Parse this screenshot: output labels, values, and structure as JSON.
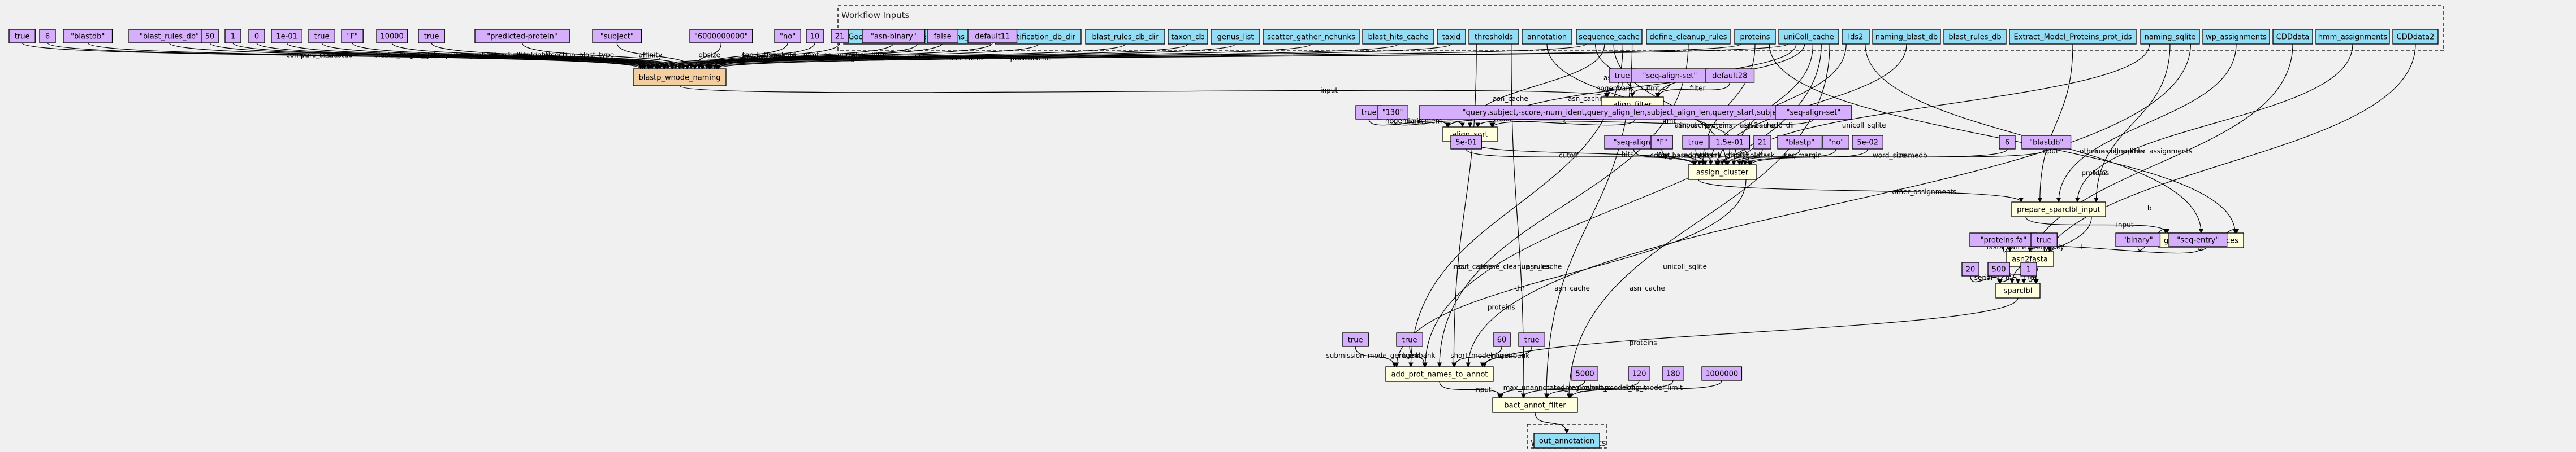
{
  "workflow_inputs": {
    "title": "Workflow Inputs",
    "items": [
      "Good_AntiFam_filtered_proteins_gilist",
      "identification_db_dir",
      "blast_rules_db_dir",
      "taxon_db",
      "genus_list",
      "scatter_gather_nchunks",
      "blast_hits_cache",
      "taxid",
      "thresholds",
      "annotation",
      "sequence_cache",
      "define_cleanup_rules",
      "proteins",
      "uniColl_cache",
      "lds2",
      "naming_blast_db",
      "blast_rules_db",
      "Extract_Model_Proteins_prot_ids",
      "naming_sqlite",
      "wp_assignments",
      "CDDdata",
      "hmm_assignments",
      "CDDdata2"
    ]
  },
  "workflow_outputs": {
    "title": "Workflow Outputs",
    "items": [
      "out_annotation"
    ]
  },
  "steps": {
    "blastp_wnode_naming": "blastp_wnode_naming",
    "align_filter": "align_filter",
    "align_sort": "align_sort",
    "assign_cluster": "assign_cluster",
    "prepare_sparclbl_input": "prepare_sparclbl_input",
    "gp_fetch_sequences": "gp_fetch_sequences",
    "asn2fasta": "asn2fasta",
    "sparclbl": "sparclbl",
    "add_prot_names_to_annot": "add_prot_names_to_annot",
    "bact_annot_filter": "bact_annot_filter"
  },
  "defaults": {
    "blastp_wnode_naming": [
      {
        "value": "true",
        "edge": "compart"
      },
      {
        "value": "6",
        "edge": "word_size"
      },
      {
        "value": "\"blastdb\"",
        "edge": "blastdb"
      },
      {
        "value": "\"blast_rules_db\"",
        "edge": "blastdb"
      },
      {
        "value": "50",
        "edge": "max_target_seqs"
      },
      {
        "value": "1",
        "edge": "max_jobs"
      },
      {
        "value": "0",
        "edge": "delay"
      },
      {
        "value": "1e-01",
        "edge": "evalue"
      },
      {
        "value": "true",
        "edge": "nogenbank"
      },
      {
        "value": "\"F\"",
        "edge": "comp_based_stats"
      },
      {
        "value": "10000",
        "edge": "max_batch_length"
      },
      {
        "value": "true",
        "edge": "allow_intersection"
      },
      {
        "value": "\"predicted-protein\"",
        "edge": "blast_type"
      },
      {
        "value": "\"subject\"",
        "edge": "affinity"
      },
      {
        "value": "\"6000000000\"",
        "edge": "dbsize"
      },
      {
        "value": "\"no\"",
        "edge": "seg"
      },
      {
        "value": "10",
        "edge": "top_by_score"
      },
      {
        "value": "21",
        "edge": "threshold"
      },
      {
        "value": "\"asn-binary\"",
        "edge": "ofmt"
      },
      {
        "value": "false",
        "edge": "no_merge"
      },
      {
        "value": "default11",
        "edge": "align_filter"
      }
    ],
    "align_filter": [
      {
        "value": "true",
        "edge": "nogenbank"
      },
      {
        "value": "\"seq-align-set\"",
        "edge": "ifmt"
      },
      {
        "value": "default28",
        "edge": "filter"
      }
    ],
    "align_sort": [
      {
        "value": "true",
        "edge": "nogenbank"
      },
      {
        "value": "\"130\"",
        "edge": "limit_mem"
      },
      {
        "value": "\"query,subject,-score,-num_ident,query_align_len,subject_align_len,query_start,subject_start\"",
        "edge": "k"
      },
      {
        "value": "\"seq-align-set\"",
        "edge": "ifmt"
      }
    ],
    "assign_cluster": [
      {
        "value": "5e-01",
        "edge": "cutoff"
      },
      {
        "value": "\"seq-align\"",
        "edge": "ifmt"
      },
      {
        "value": "\"F\"",
        "edge": "comp_based_stats"
      },
      {
        "value": "true",
        "edge": "nogenbank"
      },
      {
        "value": "1.5e-01",
        "edge": "score_cutoff"
      },
      {
        "value": "21",
        "edge": "threshold"
      },
      {
        "value": "\"blastp\"",
        "edge": "task"
      },
      {
        "value": "\"no\"",
        "edge": "seg"
      },
      {
        "value": "5e-02",
        "edge": "margin"
      },
      {
        "value": "6",
        "edge": "word_size"
      },
      {
        "value": "\"blastdb\"",
        "edge": "namedb"
      }
    ],
    "gp_fetch_sequences": [
      {
        "value": "\"binary\"",
        "edge": "ofmt"
      },
      {
        "value": "\"seq-entry\"",
        "edge": "type"
      }
    ],
    "asn2fasta": [
      {
        "value": "\"proteins.fa\"",
        "edge": "fasta_name"
      },
      {
        "value": "true",
        "edge": "prots_only"
      }
    ],
    "sparclbl": [
      {
        "value": "20",
        "edge": "serial"
      },
      {
        "value": "500",
        "edge": "b"
      },
      {
        "value": "1",
        "edge": "e"
      }
    ],
    "add_prot_names_to_annot": [
      {
        "value": "true",
        "edge": "submission_mode_genbank"
      },
      {
        "value": "true",
        "edge": "nogenbank"
      },
      {
        "value": "60",
        "edge": "short_model_limit"
      },
      {
        "value": "true",
        "edge": "nogenbank"
      }
    ],
    "bact_annot_filter": [
      {
        "value": "5000",
        "edge": "max_unannotated_region"
      },
      {
        "value": "120",
        "edge": "max_overlap"
      },
      {
        "value": "180",
        "edge": "short_model_limit"
      },
      {
        "value": "1000000",
        "edge": "long_model_limit"
      }
    ]
  },
  "edges": [
    {
      "from": "identification_db_dir",
      "to": "blastp_wnode_naming",
      "label": "blastdb_dir"
    },
    {
      "from": "blast_rules_db_dir",
      "to": "blastp_wnode_naming",
      "label": "blastdb_dir"
    },
    {
      "from": "taxon_db",
      "to": "blastp_wnode_naming",
      "label": "taxon_db"
    },
    {
      "from": "genus_list",
      "to": "blastp_wnode_naming",
      "label": "genus_list"
    },
    {
      "from": "scatter_gather_nchunks",
      "to": "blastp_wnode_naming",
      "label": "scatter_gather_nchunks"
    },
    {
      "from": "blast_hits_cache",
      "to": "blastp_wnode_naming",
      "label": "blast_hits_cache"
    },
    {
      "from": "taxid",
      "to": "blastp_wnode_naming",
      "label": "taxid"
    },
    {
      "from": "Good_AntiFam_filtered_proteins_gilist",
      "to": "blastp_wnode_naming",
      "label": "ids"
    },
    {
      "from": "sequence_cache",
      "to": "blastp_wnode_naming",
      "label": "asn_cache"
    },
    {
      "from": "uniColl_cache",
      "to": "blastp_wnode_naming",
      "label": "asn_cache"
    },
    {
      "from": "proteins",
      "to": "blastp_wnode_naming",
      "label": "proteins"
    },
    {
      "from": "blastp_wnode_naming",
      "to": "align_filter",
      "label": "input"
    },
    {
      "from": "sequence_cache",
      "to": "align_filter",
      "label": "asn_cache"
    },
    {
      "from": "uniColl_cache",
      "to": "align_filter",
      "label": "asn_cache"
    },
    {
      "from": "align_filter",
      "to": "align_sort",
      "label": "input"
    },
    {
      "from": "sequence_cache",
      "to": "align_sort",
      "label": "asn_cache"
    },
    {
      "from": "uniColl_cache",
      "to": "align_sort",
      "label": "asn_cache"
    },
    {
      "from": "align_sort",
      "to": "assign_cluster",
      "label": "hits"
    },
    {
      "from": "proteins",
      "to": "assign_cluster",
      "label": "proteins"
    },
    {
      "from": "lds2",
      "to": "assign_cluster",
      "label": "lds2"
    },
    {
      "from": "naming_blast_db",
      "to": "assign_cluster",
      "label": "namedb_dir"
    },
    {
      "from": "sequence_cache",
      "to": "assign_cluster",
      "label": "asn_cache"
    },
    {
      "from": "uniColl_cache",
      "to": "assign_cluster",
      "label": "asn_cache"
    },
    {
      "from": "naming_sqlite",
      "to": "assign_cluster",
      "label": "unicoll_sqlite"
    },
    {
      "from": "annotation",
      "to": "assign_cluster",
      "label": "input"
    },
    {
      "from": "assign_cluster",
      "to": "prepare_sparclbl_input",
      "label": "other_assignments"
    },
    {
      "from": "Extract_Model_Proteins_prot_ids",
      "to": "prepare_sparclbl_input",
      "label": "input"
    },
    {
      "from": "wp_assignments",
      "to": "prepare_sparclbl_input",
      "label": "other_assignments"
    },
    {
      "from": "hmm_assignments",
      "to": "prepare_sparclbl_input",
      "label": "other_assignments"
    },
    {
      "from": "naming_sqlite",
      "to": "prepare_sparclbl_input",
      "label": "unicoll_sqlite"
    },
    {
      "from": "prepare_sparclbl_input",
      "to": "gp_fetch_sequences",
      "label": "input"
    },
    {
      "from": "lds2",
      "to": "gp_fetch_sequences",
      "label": "lds2"
    },
    {
      "from": "proteins",
      "to": "gp_fetch_sequences",
      "label": "proteins"
    },
    {
      "from": "gp_fetch_sequences",
      "to": "asn2fasta",
      "label": "i"
    },
    {
      "from": "asn2fasta",
      "to": "sparclbl",
      "label": "s"
    },
    {
      "from": "prepare_sparclbl_input",
      "to": "sparclbl",
      "label": "p"
    },
    {
      "from": "CDDdata",
      "to": "sparclbl",
      "label": "d"
    },
    {
      "from": "CDDdata2",
      "to": "sparclbl",
      "label": "b"
    },
    {
      "from": "assign_cluster",
      "to": "add_prot_names_to_annot",
      "label": "proteins"
    },
    {
      "from": "sequence_cache",
      "to": "add_prot_names_to_annot",
      "label": "asn_cache"
    },
    {
      "from": "uniColl_cache",
      "to": "add_prot_names_to_annot",
      "label": "asn_cache"
    },
    {
      "from": "define_cleanup_rules",
      "to": "add_prot_names_to_annot",
      "label": "define_cleanup_rules"
    },
    {
      "from": "thresholds",
      "to": "add_prot_names_to_annot",
      "label": "input"
    },
    {
      "from": "naming_sqlite",
      "to": "add_prot_names_to_annot",
      "label": "unicoll_sqlite"
    },
    {
      "from": "sparclbl",
      "to": "add_prot_names_to_annot",
      "label": "proteins"
    },
    {
      "from": "add_prot_names_to_annot",
      "to": "bact_annot_filter",
      "label": "input"
    },
    {
      "from": "thresholds",
      "to": "bact_annot_filter",
      "label": "thr"
    },
    {
      "from": "sequence_cache",
      "to": "bact_annot_filter",
      "label": "asn_cache"
    },
    {
      "from": "uniColl_cache",
      "to": "bact_annot_filter",
      "label": "asn_cache"
    },
    {
      "from": "bact_annot_filter",
      "to": "out_annotation",
      "label": ""
    }
  ],
  "colors": {
    "input_fill": "#94DDF4",
    "output_fill": "#94DDF4",
    "step_fill": "#FFFFE0",
    "highlight_step_fill": "#F3CEA1",
    "default_fill": "#D5AEFC",
    "background": "#F0F0F0",
    "edge": "#000000"
  }
}
